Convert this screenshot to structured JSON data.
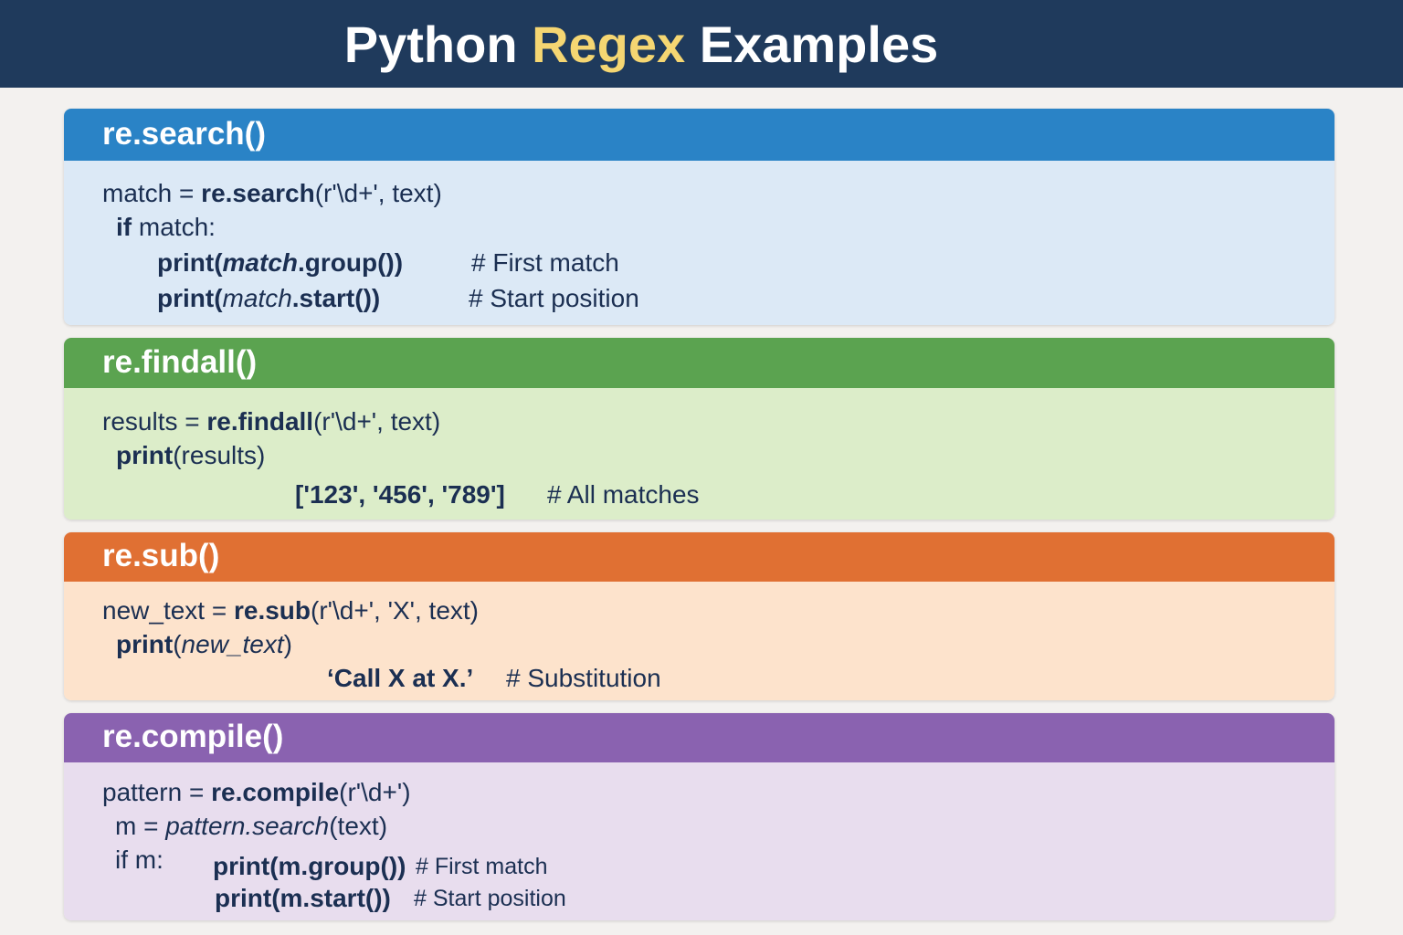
{
  "header": {
    "title_pre": "Python ",
    "title_highlight": "Regex",
    "title_post": " Examples"
  },
  "colors": {
    "header_bg": "#1f3a5c",
    "highlight": "#f5d672",
    "search": "#2a83c6",
    "findall": "#5ba350",
    "sub": "#e07033",
    "compile": "#8a62b0"
  },
  "cards": [
    {
      "title": "re.search()",
      "lines": [
        [
          {
            "t": "match = ",
            "s": ""
          },
          {
            "t": "re.search",
            "s": "b"
          },
          {
            "t": "(r'\\d+', text)",
            "s": ""
          }
        ],
        [
          {
            "t": "if",
            "s": "b"
          },
          {
            "t": " match:",
            "s": ""
          }
        ],
        [
          {
            "t": "print(",
            "s": "b"
          },
          {
            "t": "match",
            "s": "bi"
          },
          {
            "t": ".group())",
            "s": "b"
          }
        ],
        [
          {
            "t": "print(",
            "s": "b"
          },
          {
            "t": "match",
            "s": "i"
          },
          {
            "t": ".start())",
            "s": "b"
          }
        ]
      ],
      "comments": [
        "# First match",
        "# Start position"
      ]
    },
    {
      "title": "re.findall()",
      "lines": [
        [
          {
            "t": "results = ",
            "s": ""
          },
          {
            "t": "re.findall",
            "s": "b"
          },
          {
            "t": "(r'\\d+', text)",
            "s": ""
          }
        ],
        [
          {
            "t": "print",
            "s": "b"
          },
          {
            "t": "(results)",
            "s": ""
          }
        ],
        [
          {
            "t": "['123', '456', '789']",
            "s": "b"
          }
        ]
      ],
      "comments": [
        "# All matches"
      ]
    },
    {
      "title": "re.sub()",
      "lines": [
        [
          {
            "t": "new_text = ",
            "s": ""
          },
          {
            "t": "re.sub",
            "s": "b"
          },
          {
            "t": "(r'\\d+', 'X', text)",
            "s": ""
          }
        ],
        [
          {
            "t": "print",
            "s": "b"
          },
          {
            "t": "(",
            "s": ""
          },
          {
            "t": "new_text",
            "s": "i"
          },
          {
            "t": ")",
            "s": ""
          }
        ],
        [
          {
            "t": "‘Call X at X.’",
            "s": "b"
          }
        ]
      ],
      "comments": [
        "# Substitution"
      ]
    },
    {
      "title": "re.compile()",
      "lines": [
        [
          {
            "t": "pattern = ",
            "s": ""
          },
          {
            "t": "re.compile",
            "s": "b"
          },
          {
            "t": "(r'\\d+')",
            "s": ""
          }
        ],
        [
          {
            "t": "m = ",
            "s": ""
          },
          {
            "t": "pattern.search",
            "s": "i"
          },
          {
            "t": "(text)",
            "s": ""
          }
        ],
        [
          {
            "t": "if m:",
            "s": ""
          }
        ],
        [
          {
            "t": "print(m.group())",
            "s": "b"
          }
        ],
        [
          {
            "t": "print(m.start())",
            "s": "b"
          }
        ]
      ],
      "comments": [
        "# First match",
        "# Start position"
      ]
    }
  ]
}
